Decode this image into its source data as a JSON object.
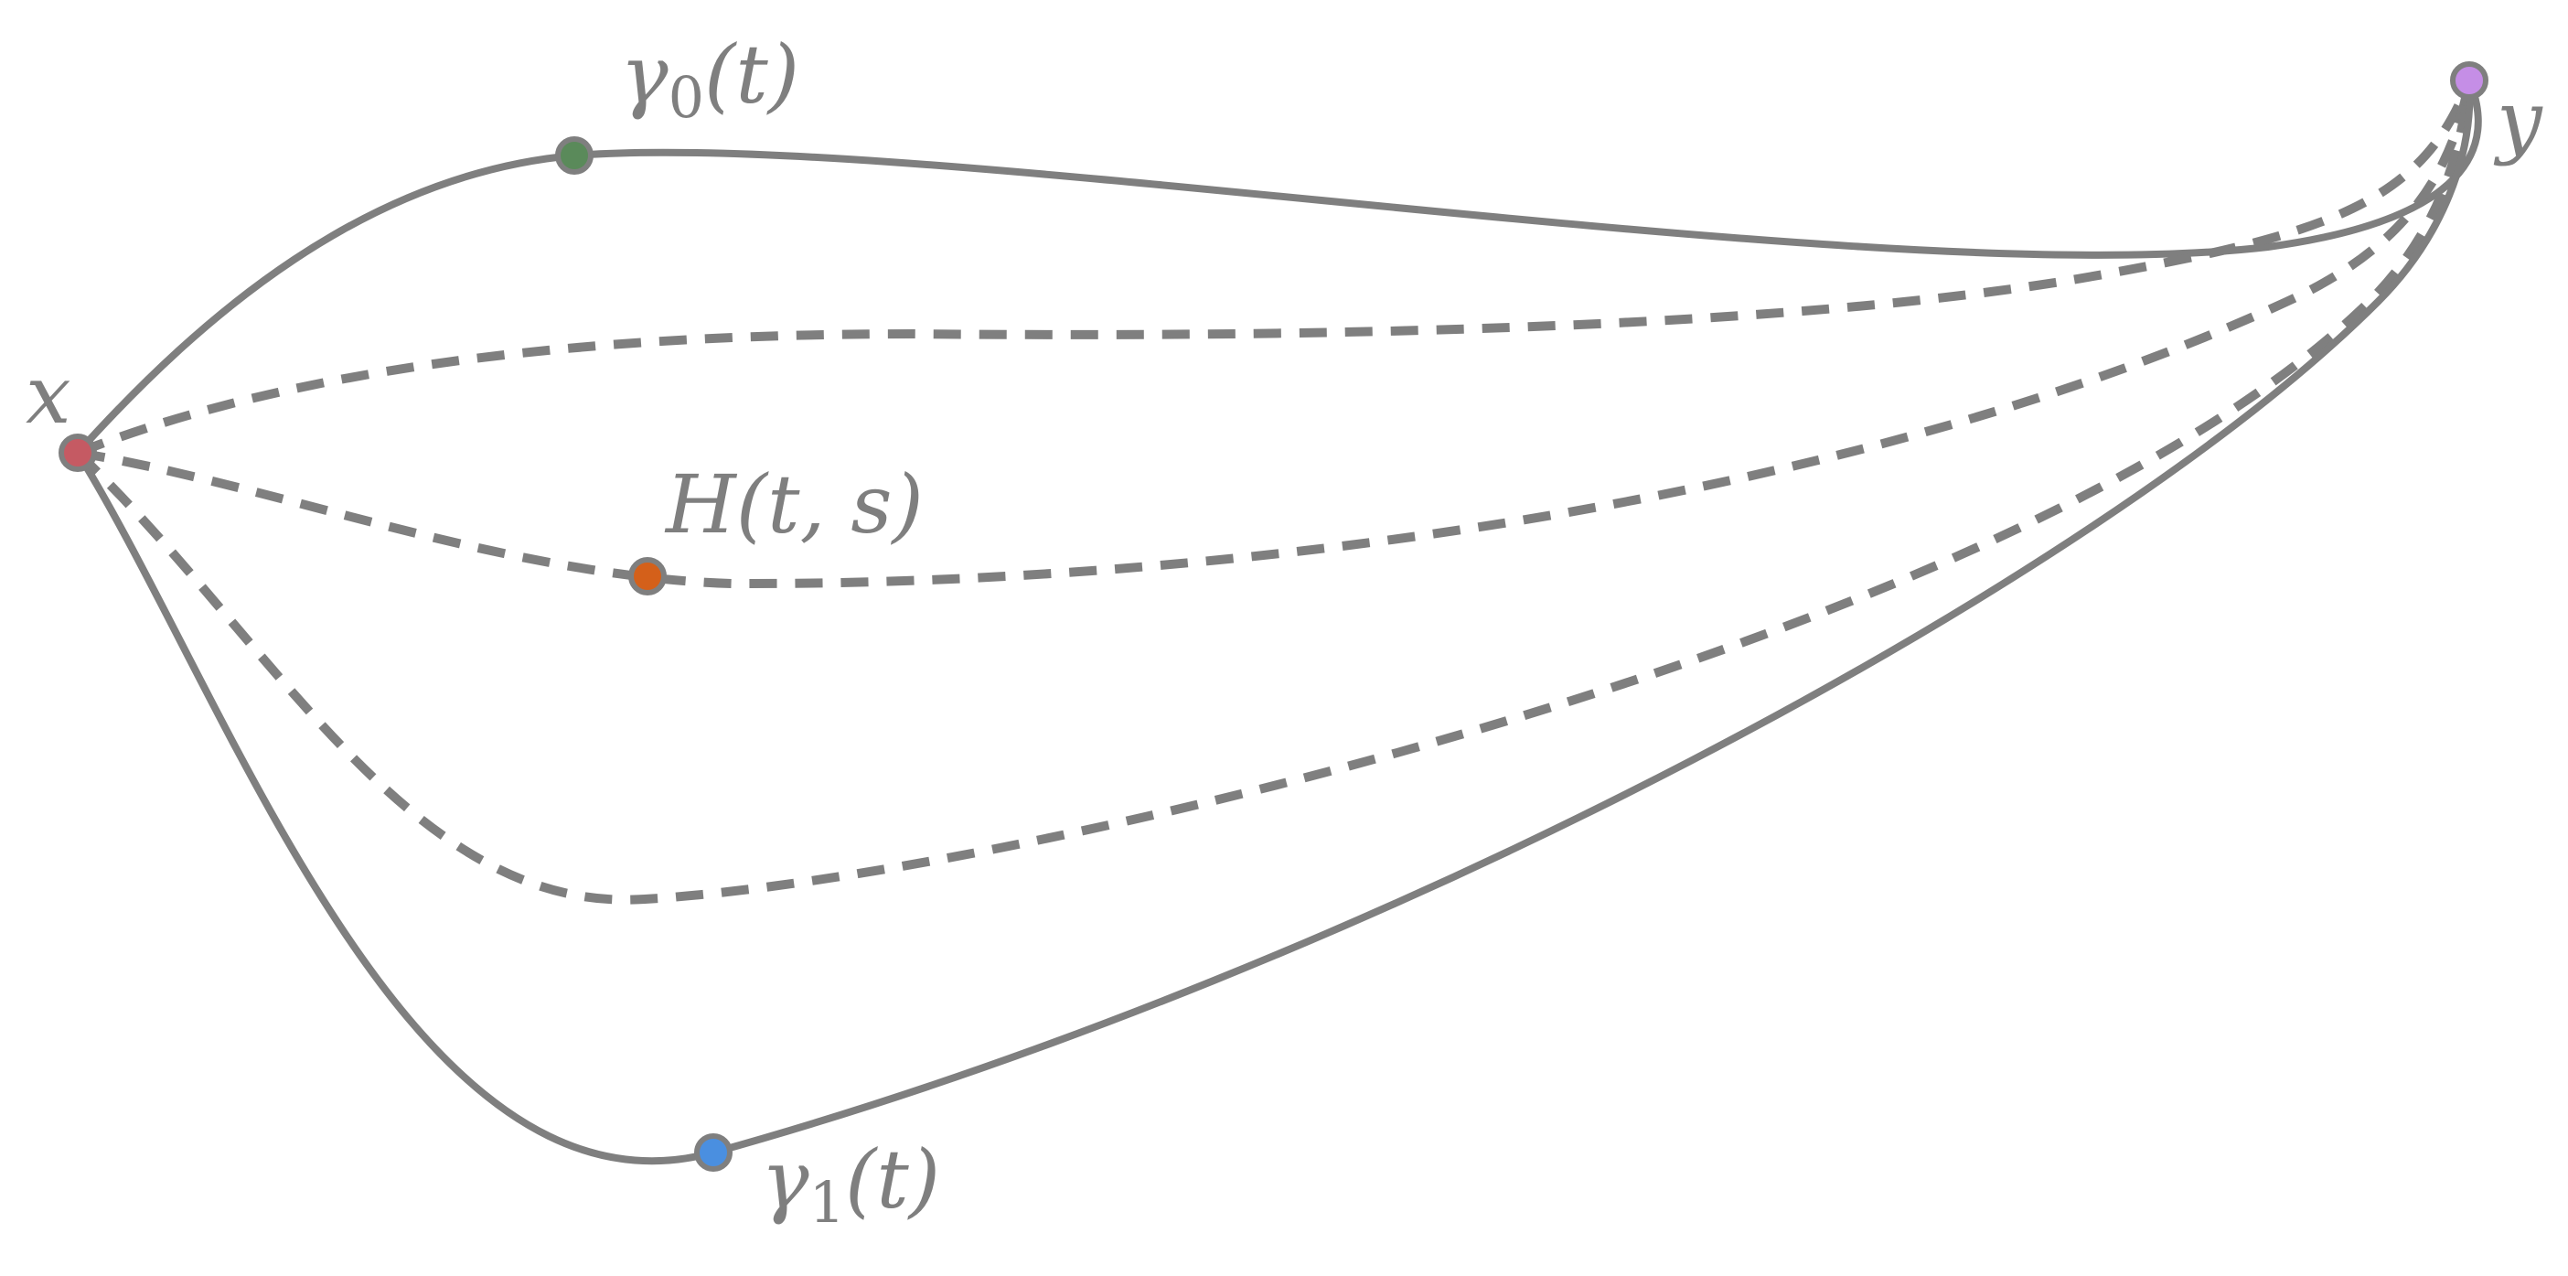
{
  "diagram": {
    "labels": {
      "x": "x",
      "y": "y",
      "gamma0_symbol": "γ",
      "gamma0_sub": "0",
      "gamma0_arg": "(t)",
      "gamma1_symbol": "γ",
      "gamma1_sub": "1",
      "gamma1_arg": "(t)",
      "homotopy": "H(t, s)"
    },
    "curves": [
      {
        "name": "gamma0",
        "style": "solid"
      },
      {
        "name": "homotopy-1",
        "style": "dashed"
      },
      {
        "name": "homotopy-2",
        "style": "dashed"
      },
      {
        "name": "homotopy-3",
        "style": "dashed"
      },
      {
        "name": "gamma1",
        "style": "solid"
      }
    ],
    "points": {
      "x": {
        "color": "#c55a63"
      },
      "y": {
        "color": "#c58ee6"
      },
      "gamma0": {
        "color": "#5a8a5a"
      },
      "homotopy": {
        "color": "#d4601a"
      },
      "gamma1": {
        "color": "#4a8fe0"
      }
    },
    "line_color": "#7f7f7f"
  }
}
